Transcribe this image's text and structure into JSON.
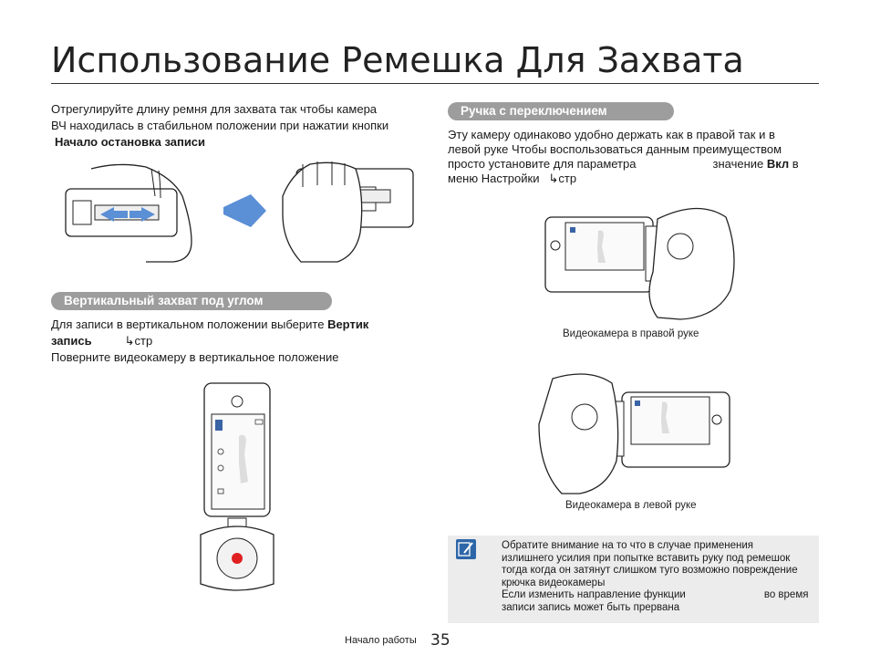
{
  "page": {
    "title": "Использование Ремешка Для Захвата",
    "left_column": {
      "intro_line1": "Отрегулируйте длину ремня для захвата так  чтобы камера",
      "intro_line2": "ВЧ находилась в стабильном положении при нажатии кнопки",
      "intro_bold": "Начало остановка записи",
      "section_vertical": {
        "heading": "Вертикальный захват под углом",
        "line1_prefix": "Для записи в вертикальном положении выберите ",
        "line1_bold": "Вертик",
        "line2_bold": "запись",
        "line2_suffix": "стр",
        "line3": "Поверните видеокамеру в вертикальное положение"
      }
    },
    "right_column": {
      "section_switch": {
        "heading": "Ручка с переключением",
        "line1": "Эту камеру одинаково удобно держать как в правой  так и в",
        "line2": "левой руке  Чтобы воспользоваться данным преимуществом",
        "line3_prefix": "просто установите для параметра",
        "line3_mid": "значение ",
        "line3_bold": "Вкл",
        "line3_suffix": " в",
        "line4_prefix": "меню  Настройки",
        "line4_suffix": "стр"
      },
      "caption_right_hand": "Видеокамера в правой руке",
      "caption_left_hand": "Видеокамера в левой руке"
    },
    "note": {
      "icon": "pencil-note-icon",
      "line1": "Обратите внимание на то  что в случае применения",
      "line2": "излишнего усилия при попытке вставить руку под ремешок",
      "line3": "тогда  когда он затянут слишком туго  возможно повреждение",
      "line4": "крючка видеокамеры",
      "line5_prefix": "Если изменить направление функции",
      "line5_suffix": "во время",
      "line6": "записи  запись может быть прервана"
    },
    "footer": {
      "section_label": "Начало работы",
      "page_number": "35"
    },
    "colors": {
      "pill": "#9d9d9d",
      "arrow_blue": "#5b8fd6",
      "note_bg": "#ececec",
      "note_icon": "#2d66a8",
      "record_red": "#e02020"
    }
  }
}
